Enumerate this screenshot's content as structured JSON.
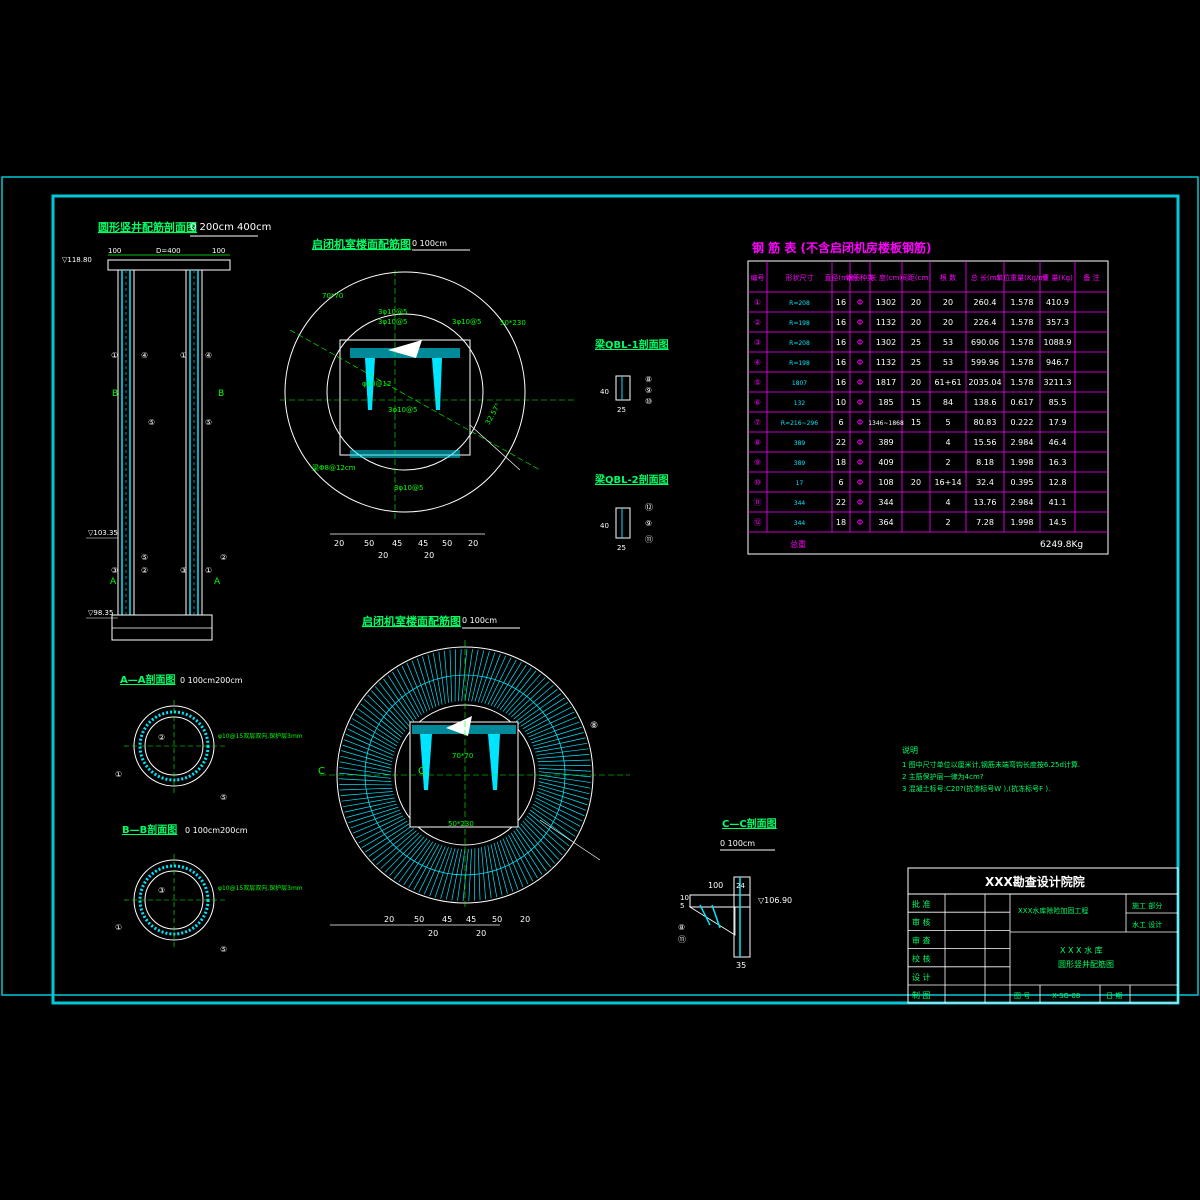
{
  "colors": {
    "background": "#000000",
    "frame": "#00c8d8",
    "line": "#ffffff",
    "title_text": "#00ff66",
    "table_grid": "#ff00ff",
    "table_title": "#ff00ff",
    "dimension": "#00ff00",
    "rebar": "#00e5ff",
    "value_text": "#ffffff",
    "concrete_fill": "#00e5ff"
  },
  "drawing": {
    "elevation": {
      "title": "圆形竖井配筋剖面图",
      "scale_text": "0  200cm 400cm",
      "dims_top": [
        "100",
        "D=400",
        "100"
      ],
      "levels": [
        "▽118.80",
        "▽103.35",
        "▽98.35"
      ],
      "marks_left": [
        "①",
        "④",
        "⑤",
        "②",
        "⑤",
        "③"
      ],
      "marks_right": [
        "①",
        "④",
        "⑤",
        "③",
        "②",
        "①"
      ],
      "section_b": "B",
      "section_a": "A"
    },
    "plan_upper": {
      "title": "启闭机室楼面配筋图",
      "scale_text": "0     100cm",
      "labels": [
        "70*70",
        "3φ10@5",
        "3φ10@5",
        "50*230",
        "3φ10@5",
        "3φ10@5",
        "φ10@12",
        "梁Φ8@12cm",
        "3φ10@5",
        "32.57°"
      ],
      "dims": [
        "20",
        "50",
        "45",
        "45",
        "50",
        "20"
      ],
      "dims2": [
        "20",
        "20"
      ]
    },
    "plan_lower": {
      "title": "启闭机室楼面配筋图",
      "scale_text": "0     100cm",
      "labels": [
        "70*70",
        "50*230"
      ],
      "section_c": "C",
      "mark": "⑧",
      "dims": [
        "20",
        "50",
        "45",
        "45",
        "50",
        "20"
      ],
      "dims2": [
        "20",
        "20"
      ]
    },
    "beam1": {
      "title": "梁QBL-1剖面图",
      "dims": [
        "40",
        "25"
      ],
      "marks": [
        "⑧",
        "⑨",
        "⑩"
      ]
    },
    "beam2": {
      "title": "梁QBL-2剖面图",
      "dims": [
        "40",
        "25"
      ],
      "marks": [
        "⑫",
        "⑨",
        "⑪"
      ]
    },
    "section_aa": {
      "title": "A—A剖面图",
      "scale_text": "0  100cm200cm",
      "note": "φ10@15双层双向,保护层3mm",
      "marks": [
        "②",
        "①",
        "⑤"
      ]
    },
    "section_bb": {
      "title": "B—B剖面图",
      "scale_text": "0  100cm200cm",
      "note": "φ10@15双层双向,保护层3mm",
      "marks": [
        "③",
        "①",
        "⑤"
      ]
    },
    "section_cc": {
      "title": "C—C剖面图",
      "scale_text": "0     100cm",
      "dims": [
        "100",
        "24",
        "5",
        "10",
        "35"
      ],
      "level": "▽106.90",
      "marks": [
        "⑧",
        "⑪"
      ]
    }
  },
  "rebar_table": {
    "title": "钢  筋  表  (不含启闭机房楼板钢筋)",
    "headers": [
      "编号",
      "形状尺寸",
      "直径(mm)",
      "钢筋种类",
      "长 度(cm)",
      "间距(cm)",
      "根  数",
      "总  长(m)",
      "单位重量(Kg/m)",
      "重  量(Kg)",
      "备 注"
    ],
    "rows": [
      {
        "no": "①",
        "shape": "R=208",
        "dia": "16",
        "type": "Φ",
        "len": "1302",
        "sp": "20",
        "cnt": "20",
        "total": "260.4",
        "unit": "1.578",
        "weight": "410.9"
      },
      {
        "no": "②",
        "shape": "R=198",
        "dia": "16",
        "type": "Φ",
        "len": "1132",
        "sp": "20",
        "cnt": "20",
        "total": "226.4",
        "unit": "1.578",
        "weight": "357.3"
      },
      {
        "no": "③",
        "shape": "R=208",
        "dia": "16",
        "type": "Φ",
        "len": "1302",
        "sp": "25",
        "cnt": "53",
        "total": "690.06",
        "unit": "1.578",
        "weight": "1088.9"
      },
      {
        "no": "④",
        "shape": "R=198",
        "dia": "16",
        "type": "Φ",
        "len": "1132",
        "sp": "25",
        "cnt": "53",
        "total": "599.96",
        "unit": "1.578",
        "weight": "946.7"
      },
      {
        "no": "⑤",
        "shape": "1807",
        "dia": "16",
        "type": "Φ",
        "len": "1817",
        "sp": "20",
        "cnt": "61+61",
        "total": "2035.04",
        "unit": "1.578",
        "weight": "3211.3"
      },
      {
        "no": "⑥",
        "shape": "132",
        "dia": "10",
        "type": "Φ",
        "len": "185",
        "sp": "15",
        "cnt": "84",
        "total": "138.6",
        "unit": "0.617",
        "weight": "85.5"
      },
      {
        "no": "⑦",
        "shape": "R=216~296",
        "dia": "6",
        "type": "Φ",
        "len": "1346~1868",
        "sp": "15",
        "cnt": "5",
        "total": "80.83",
        "unit": "0.222",
        "weight": "17.9"
      },
      {
        "no": "⑧",
        "shape": "389",
        "dia": "22",
        "type": "Φ",
        "len": "389",
        "sp": "",
        "cnt": "4",
        "total": "15.56",
        "unit": "2.984",
        "weight": "46.4"
      },
      {
        "no": "⑨",
        "shape": "389",
        "dia": "18",
        "type": "Φ",
        "len": "409",
        "sp": "",
        "cnt": "2",
        "total": "8.18",
        "unit": "1.998",
        "weight": "16.3"
      },
      {
        "no": "⑩",
        "shape": "17",
        "dia": "6",
        "type": "Φ",
        "len": "108",
        "sp": "20",
        "cnt": "16+14",
        "total": "32.4",
        "unit": "0.395",
        "weight": "12.8"
      },
      {
        "no": "⑪",
        "shape": "344",
        "dia": "22",
        "type": "Φ",
        "len": "344",
        "sp": "",
        "cnt": "4",
        "total": "13.76",
        "unit": "2.984",
        "weight": "41.1"
      },
      {
        "no": "⑫",
        "shape": "344",
        "dia": "18",
        "type": "Φ",
        "len": "364",
        "sp": "",
        "cnt": "2",
        "total": "7.28",
        "unit": "1.998",
        "weight": "14.5"
      }
    ],
    "total_label": "总重",
    "total_value": "6249.8Kg"
  },
  "notes": {
    "heading": "说明",
    "lines": [
      "1  图中尺寸单位以厘米计,钢筋末端弯钩长度按6.25d计算.",
      "2  主筋保护层一律为4cm?",
      "3  混凝土标号:C20?(抗渗标号W  ),(抗冻标号F  )."
    ]
  },
  "title_block": {
    "company": "XXX勘查设计院院",
    "left_labels": [
      "批 准",
      "审 核",
      "审 查",
      "校 核",
      "设 计",
      "制 图"
    ],
    "project": "XXX水库除险加固工程",
    "phase_1": "施工 部分",
    "phase_2": "水工 设计",
    "reservoir": "X X X  水 库",
    "drawing_name": "圆形竖井配筋图",
    "bottom": [
      "图 号",
      "X-SG-08",
      "日 期"
    ]
  }
}
